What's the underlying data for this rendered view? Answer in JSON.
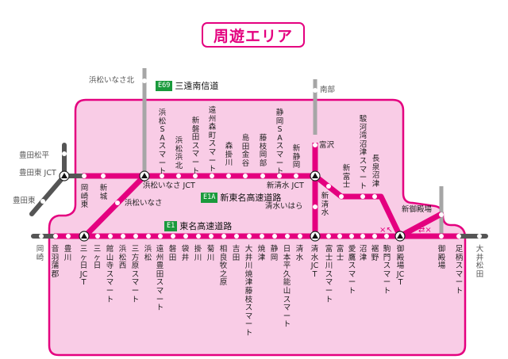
{
  "title": "周遊エリア",
  "colors": {
    "accent": "#e4007f",
    "area_fill": "#f9cce6",
    "gray_line": "#666666",
    "light_gray": "#a6a6a6",
    "badge_green": "#1a9a3c"
  },
  "roads": {
    "e69": {
      "code": "E69",
      "name": "三遠南信道"
    },
    "e1a": {
      "code": "E1A",
      "name": "新東名高速道路"
    },
    "e1": {
      "code": "E1",
      "name": "東名高速道路"
    }
  },
  "outside_labels": {
    "hamamatsu_inasa_kita": "浜松いなさ北",
    "nanbu": "南部",
    "toyota_matsudaira": "豊田松平",
    "toyota_higashi_jct": "豊田東 JCT",
    "toyota_higashi": "豊田東",
    "okazaki": "岡崎",
    "oimatsuda": "大井松田"
  },
  "junction_labels": {
    "hamamatsu_inasa_jct": "浜松いなさ JCT",
    "shin_shimizu_jct": "新清水 JCT",
    "hamamatsu_inasa": "浜松いなさ",
    "shimizu_ihara": "清水いはら",
    "shin_gotemba": "新御殿場",
    "fujisawa": "富沢",
    "shin_shimizu": "新清水",
    "shin_fuji": "新富士",
    "surugawan_numazu": "駿河湾沼津スマート",
    "nagaizumi_numazu": "長泉沼津"
  },
  "shin_tomei_stations": [
    "岡崎東",
    "新城",
    "浜松SAスマート",
    "浜松浜北",
    "新磐田スマート",
    "遠州森町スマート",
    "森掛川",
    "島田金谷",
    "藤枝岡部",
    "静岡SAスマート",
    "新静岡"
  ],
  "tomei_stations": [
    "音羽蒲郡",
    "豊川",
    "三ヶ日JCT",
    "三ヶ日",
    "館山寺スマート",
    "浜松西",
    "三方原スマート",
    "浜松",
    "遠州豊田スマート",
    "磐田",
    "袋井",
    "掛川",
    "菊川",
    "相良牧之原",
    "吉田",
    "大井川焼津藤枝スマート",
    "焼津",
    "静岡",
    "日本平久能山スマート",
    "清水",
    "清水JCT",
    "富士川スマート",
    "富士",
    "愛鷹スマート",
    "沼津",
    "裾野",
    "駒門スマート",
    "御殿場JCT",
    "御殿場",
    "足柄スマート"
  ]
}
